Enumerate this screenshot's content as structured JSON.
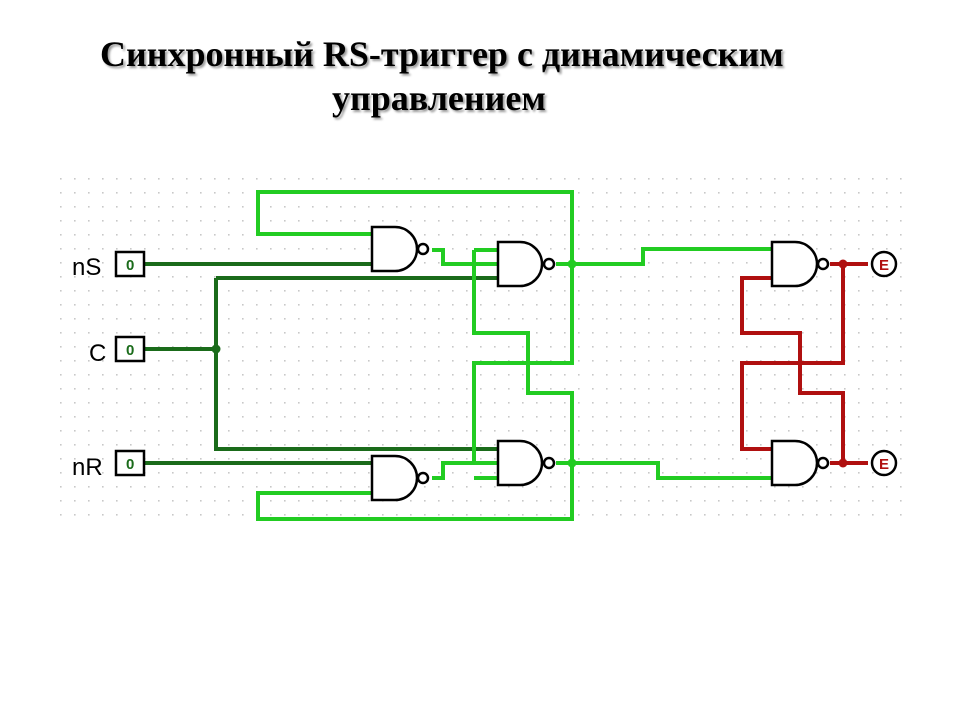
{
  "title": {
    "line1": "Синхронный RS-триггер с динамическим",
    "line2": "управлением"
  },
  "inputs": [
    {
      "label": "nS",
      "value": "0"
    },
    {
      "label": "C",
      "value": "0"
    },
    {
      "label": "nR",
      "value": "0"
    }
  ],
  "outputs": [
    {
      "value": "E"
    },
    {
      "value": "E"
    }
  ],
  "colors": {
    "wire_low": "#1a6b1a",
    "wire_high": "#22cc22",
    "wire_error": "#b01010",
    "grid_dot": "#c8c8c8"
  }
}
